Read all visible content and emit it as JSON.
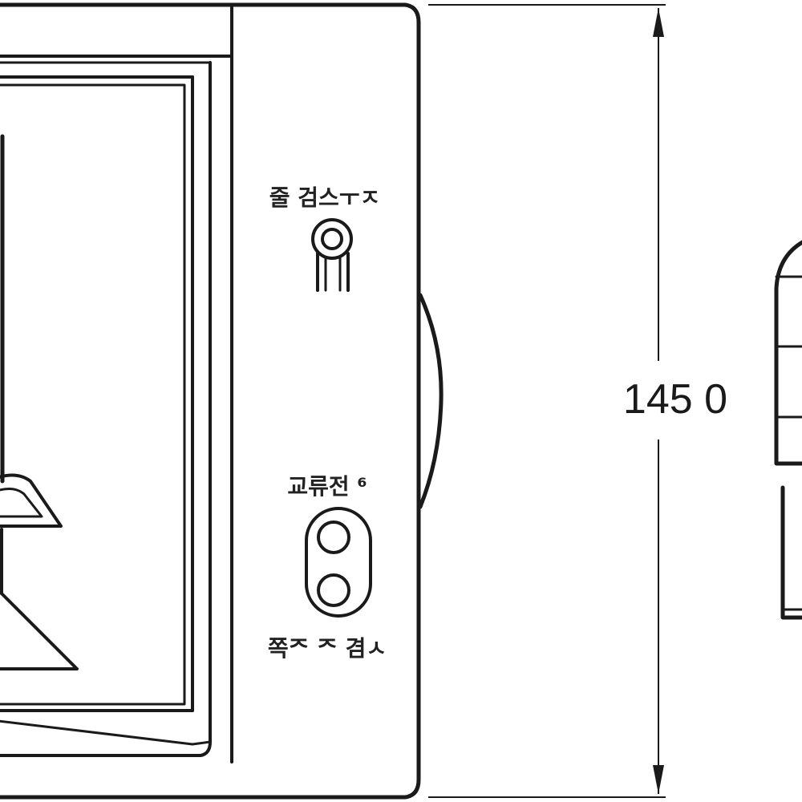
{
  "labels": {
    "top_control": "줄 검스ㅜㅈ",
    "middle_control": "교류전 ⁶",
    "bottom_control": "쪽ᄌ ᄌ 겸ㅅ",
    "dimension": "145 0"
  },
  "colors": {
    "stroke": "#1a1a1a",
    "background": "#ffffff",
    "panel": "#f7f7f7"
  }
}
